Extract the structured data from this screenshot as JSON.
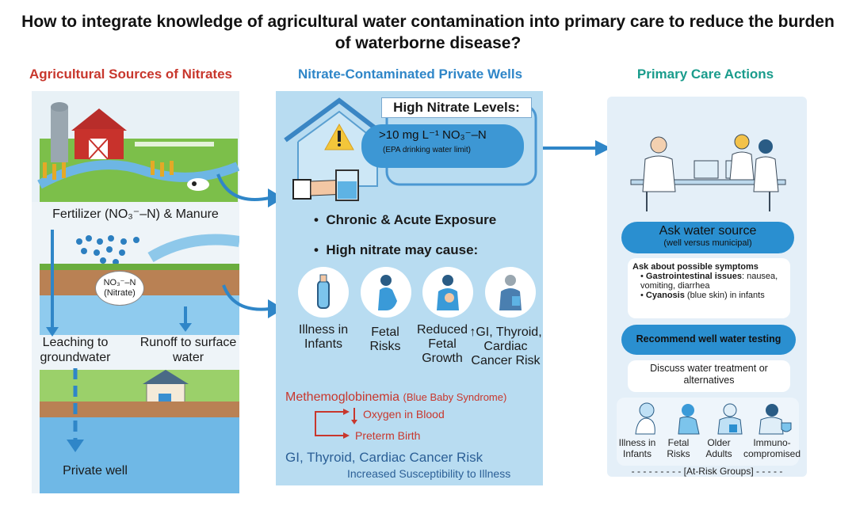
{
  "title": "How to integrate knowledge of agricultural water contamination into primary care to reduce the burden of waterborne disease?",
  "columns": {
    "left": {
      "heading": "Agricultural Sources of Nitrates",
      "color": "#c8372d",
      "fertilizer_label": "Fertilizer (NO₃⁻–N) & Manure",
      "nitrate_badge": "NO₃⁻–N",
      "nitrate_badge_sub": "(Nitrate)",
      "leaching_label": "Leaching to groundwater",
      "runoff_label": "Runoff to surface water",
      "well_label": "Private well"
    },
    "middle": {
      "heading": "Nitrate-Contaminated Private Wells",
      "color": "#2f86c8",
      "levels_title": "High Nitrate Levels:",
      "levels_value": ">10 mg L⁻¹ NO₃⁻–N",
      "levels_note": "(EPA drinking water limit)",
      "bullet1": "Chronic & Acute Exposure",
      "bullet2": "High nitrate may cause:",
      "effects": [
        {
          "label": "Illness in Infants",
          "icon": "baby-bottle-icon"
        },
        {
          "label": "Fetal Risks",
          "icon": "pregnant-woman-icon"
        },
        {
          "label": "Reduced Fetal Growth",
          "icon": "mother-baby-icon"
        },
        {
          "label": "↑GI, Thyroid, Cardiac Cancer Risk",
          "icon": "older-adult-icon"
        }
      ],
      "methemo": "Methemoglobinemia",
      "methemo_sub": "(Blue Baby Syndrome)",
      "oxygen": "Oxygen in Blood",
      "preterm": "Preterm Birth",
      "cancer": "GI, Thyroid, Cardiac Cancer Risk",
      "susceptibility": "Increased Susceptibility to Illness"
    },
    "right": {
      "heading": "Primary Care Actions",
      "color": "#1a9c8c",
      "ask_source": "Ask water source",
      "ask_source_sub": "(well versus municipal)",
      "symptoms_title": "Ask about possible symptoms",
      "symptom1_bold": "Gastrointestinal issues",
      "symptom1_rest": ": nausea, vomiting, diarrhea",
      "symptom2_bold": "Cyanosis",
      "symptom2_rest": " (blue skin) in infants",
      "recommend": "Recommend well water testing",
      "discuss": "Discuss water treatment or alternatives",
      "groups": [
        "Illness in Infants",
        "Fetal Risks",
        "Older Adults",
        "Immuno-compromised"
      ],
      "groups_caption": "- - - - - - - - -  [At-Risk Groups]  - - - - -"
    }
  }
}
